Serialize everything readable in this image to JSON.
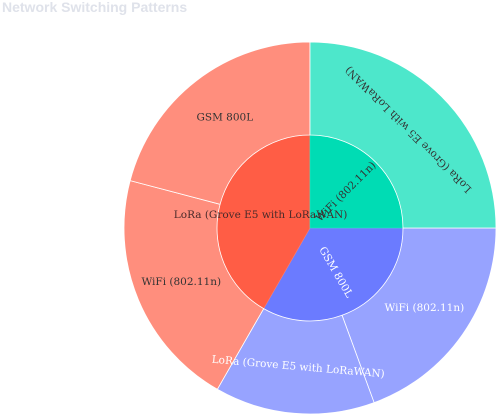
{
  "chart_data": {
    "type": "sunburst",
    "title": "Network Switching Patterns",
    "colors": {
      "GSM 800L": "#6b7bff",
      "LoRa (Grove E5 with LoRaWAN)": "#ff5d45",
      "WiFi (802.11n)": "#00dcb4"
    },
    "inner": [
      {
        "name": "GSM 800L",
        "value": 33.3
      },
      {
        "name": "LoRa (Grove E5 with LoRaWAN)",
        "value": 41.7
      },
      {
        "name": "WiFi (802.11n)",
        "value": 25.0
      }
    ],
    "outer": [
      {
        "parent": "GSM 800L",
        "name": "WiFi (802.11n)",
        "value": 19.4
      },
      {
        "parent": "GSM 800L",
        "name": "LoRa (Grove E5 with LoRaWAN)",
        "value": 13.9
      },
      {
        "parent": "LoRa (Grove E5 with LoRaWAN)",
        "name": "WiFi (802.11n)",
        "value": 20.8
      },
      {
        "parent": "LoRa (Grove E5 with LoRaWAN)",
        "name": "GSM 800L",
        "value": 20.9
      },
      {
        "parent": "WiFi (802.11n)",
        "name": "LoRa (Grove E5 with LoRaWAN)",
        "value": 25.0
      }
    ]
  }
}
